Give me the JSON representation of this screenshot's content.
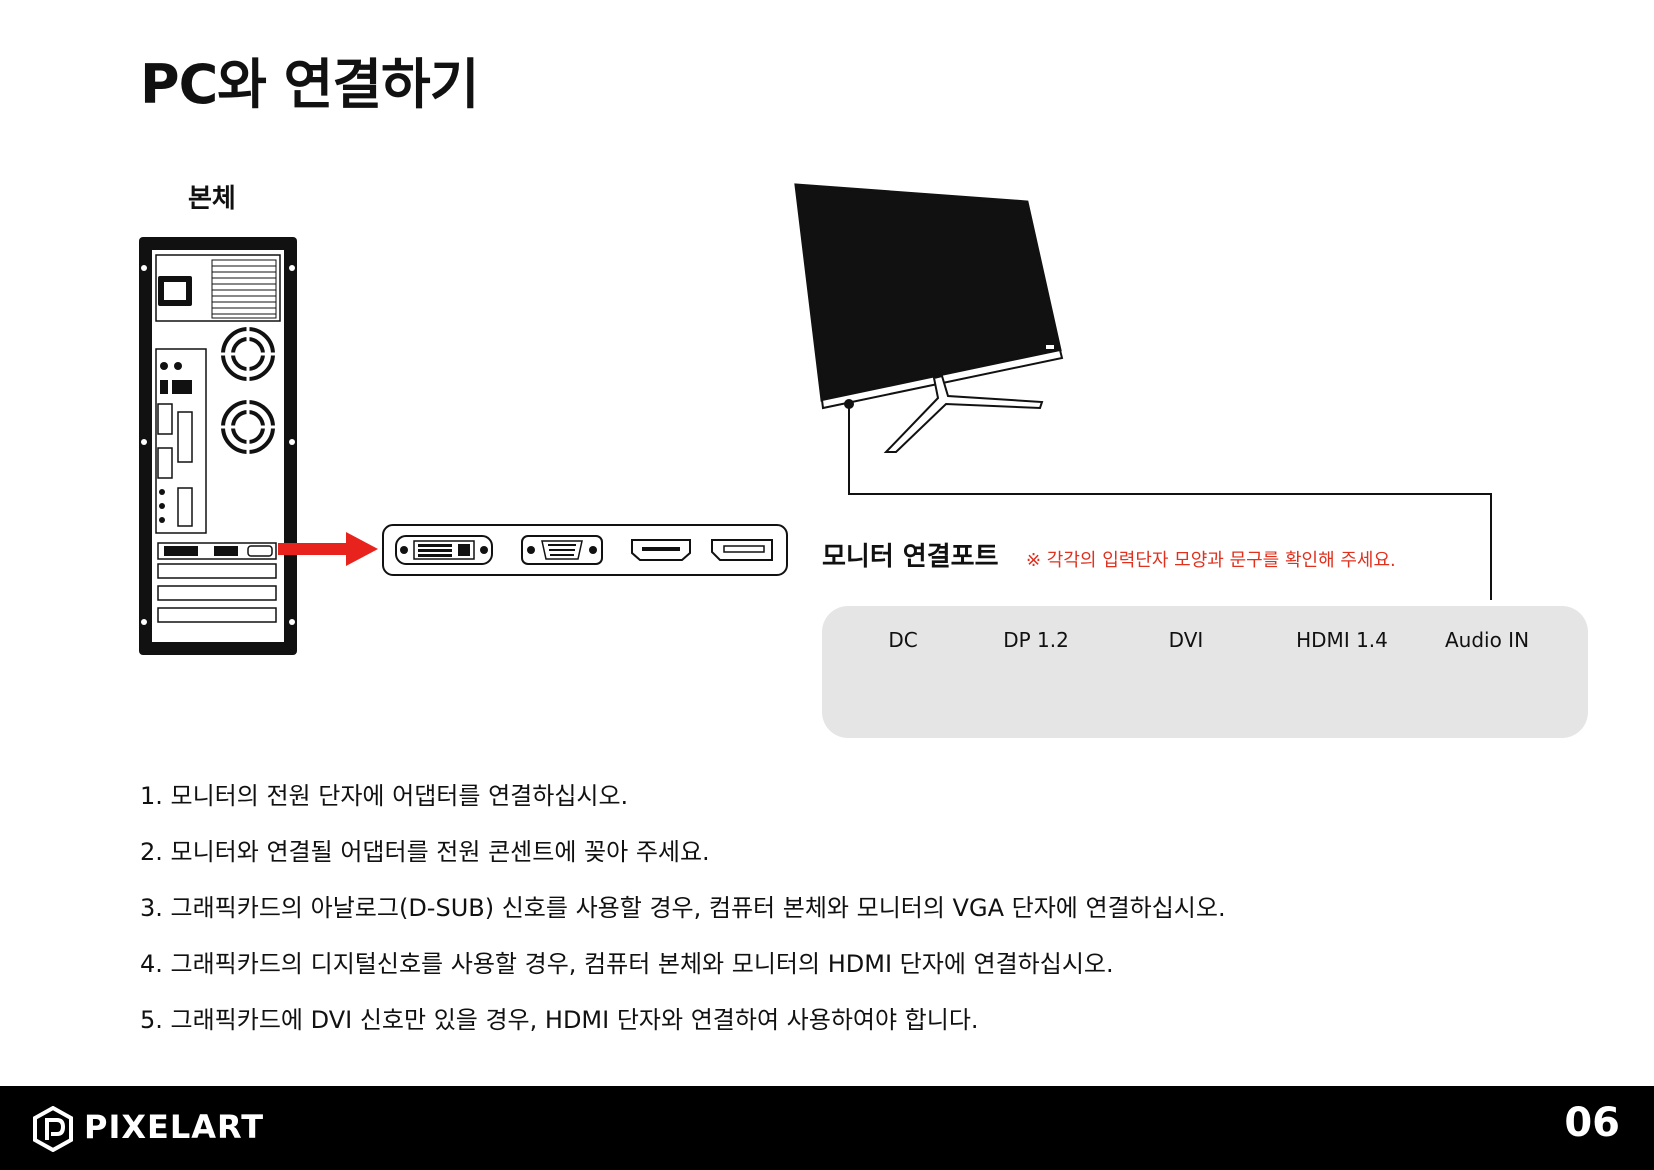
{
  "title": "PC와 연결하기",
  "pc_label": "본체",
  "monitor_port_label": "모니터 연결포트",
  "notice": "※ 각각의 입력단자 모양과 문구를 확인해 주세요.",
  "ports": [
    {
      "label": "DC",
      "icon": "dc-jack-icon"
    },
    {
      "label": "DP 1.2",
      "icon": "displayport-icon"
    },
    {
      "label": "DVI",
      "icon": "dvi-port-icon"
    },
    {
      "label": "HDMI 1.4",
      "icon": "hdmi-port-icon"
    },
    {
      "label": "Audio IN",
      "icon": "audio-jack-icon"
    }
  ],
  "instructions": [
    "1. 모니터의 전원 단자에 어댑터를 연결하십시오.",
    "2. 모니터와 연결될 어댑터를 전원 콘센트에 꽂아 주세요.",
    "3. 그래픽카드의 아날로그(D-SUB) 신호를 사용할 경우, 컴퓨터 본체와 모니터의 VGA 단자에 연결하십시오.",
    "4. 그래픽카드의 디지털신호를 사용할 경우, 컴퓨터 본체와 모니터의 HDMI 단자에 연결하십시오.",
    "5. 그래픽카드에 DVI 신호만 있을 경우, HDMI 단자와 연결하여 사용하여야 합니다."
  ],
  "footer": {
    "brand": "PIXELART",
    "page_number": "06"
  },
  "colors": {
    "arrow": "#e8231e",
    "notice": "#e0301e",
    "panel": "#e5e5e5",
    "footer": "#000000"
  }
}
